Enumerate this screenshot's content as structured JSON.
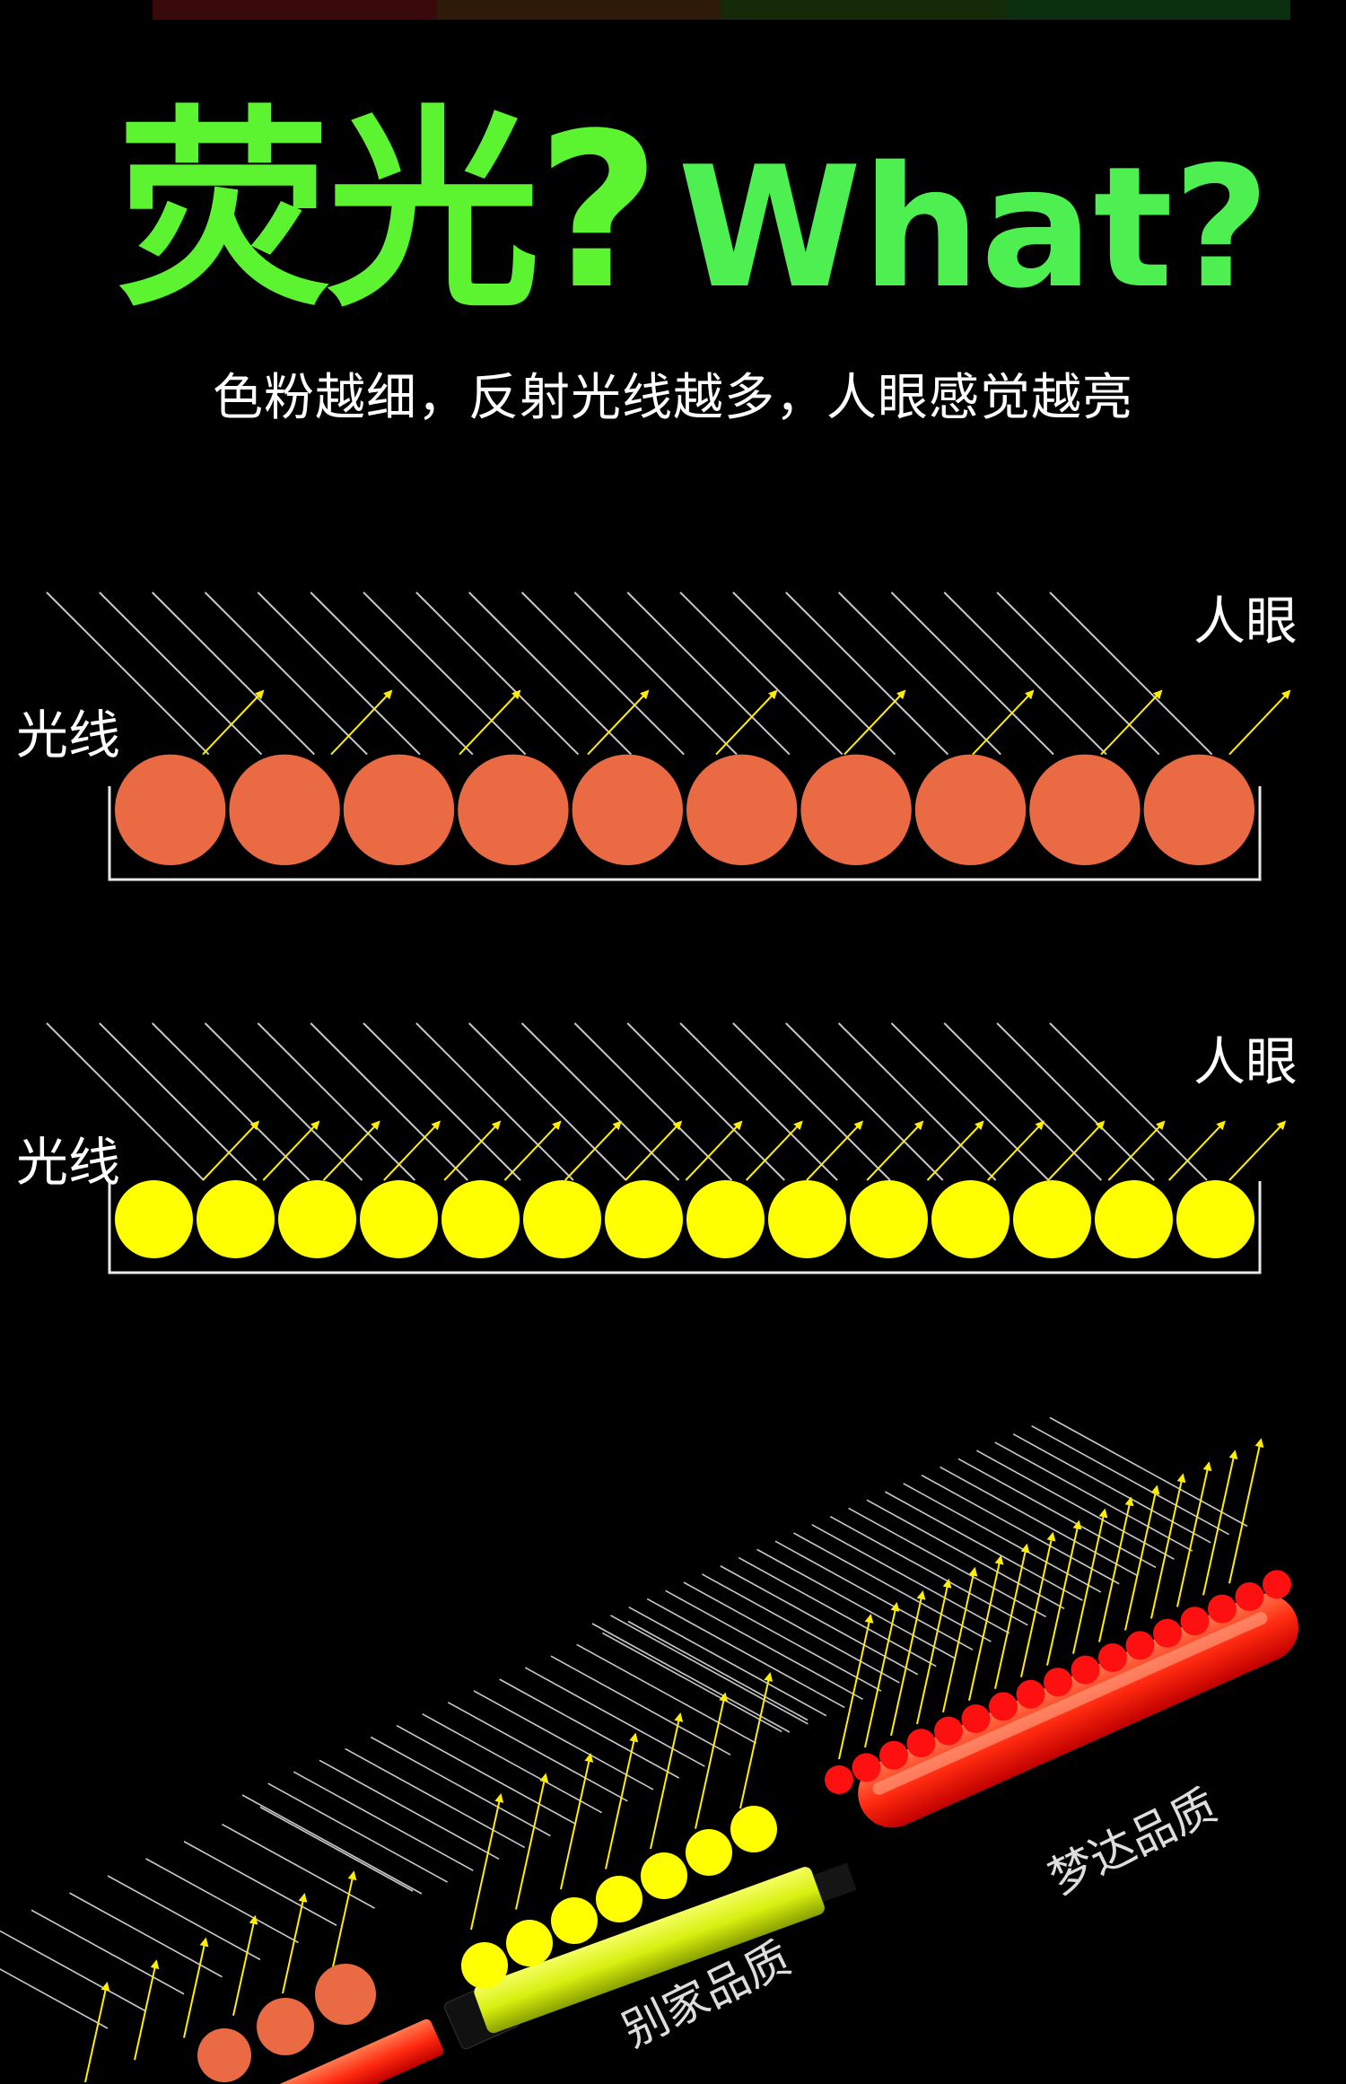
{
  "title": {
    "cn": "荧光?",
    "en": "What?"
  },
  "subtitle": "色粉越细，反射光线越多，人眼感觉越亮",
  "panel1": {
    "light_label": "光线",
    "eye_label": "人眼",
    "particle_count": 10,
    "ray_count": 20,
    "reflection_count": 9
  },
  "panel2": {
    "light_label": "光线",
    "eye_label": "人眼",
    "particle_count": 14,
    "ray_count": 20,
    "reflection_count": 18
  },
  "comparison": {
    "other_label": "别家品质",
    "our_label": "梦达品质"
  },
  "colors": {
    "title_green": "#5cf430",
    "particle_orange": "#ea6b43",
    "particle_yellow": "#ffff00",
    "particle_red": "#ff1010",
    "ray_white": "#c8c8c8",
    "arrow_yellow": "#ffee00",
    "topbar": [
      "#3a0a0a",
      "#2e1a08",
      "#142a08",
      "#0a3010"
    ]
  }
}
